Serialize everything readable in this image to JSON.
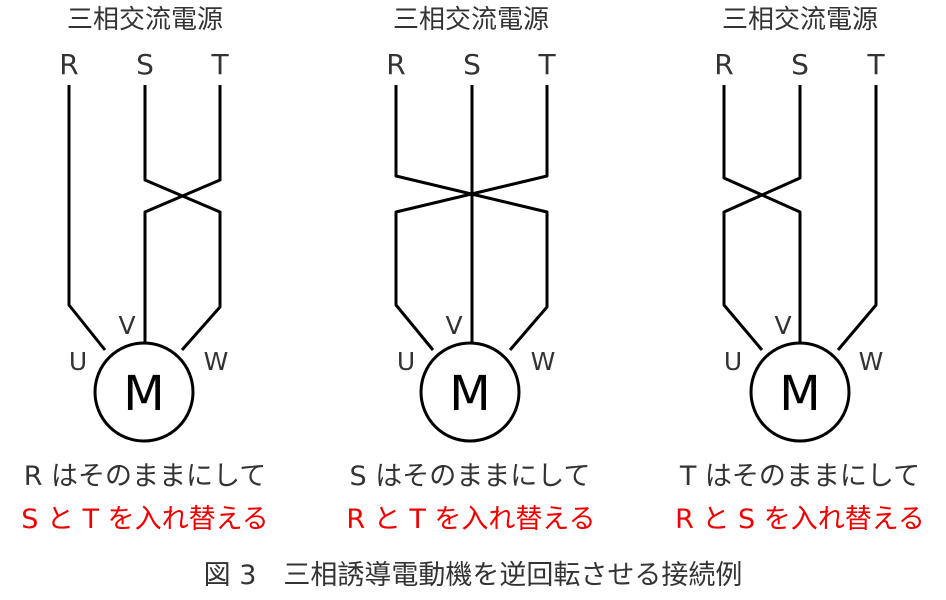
{
  "colors": {
    "line": "#000000",
    "text": "#333333",
    "accent": "#ee0000"
  },
  "source_title": "三相交流電源",
  "motor_label": "M",
  "terminals": {
    "r": "R",
    "s": "S",
    "t": "T",
    "u": "U",
    "v": "V",
    "w": "W"
  },
  "panels": [
    {
      "note": "R はそのままにして",
      "swap": "S と T を入れ替える"
    },
    {
      "note": "S はそのままにして",
      "swap": "R と T を入れ替える"
    },
    {
      "note": "T はそのままにして",
      "swap": "R と S を入れ替える"
    }
  ],
  "caption": "図 3　三相誘導電動機を逆回転させる接続例"
}
